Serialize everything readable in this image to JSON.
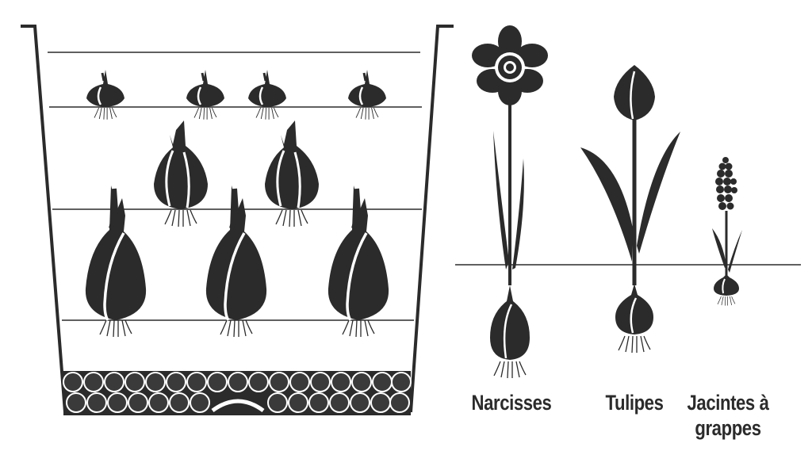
{
  "colors": {
    "ink": "#2b2b2b",
    "highlight": "#ffffff",
    "background": "#ffffff"
  },
  "labels": {
    "narcisses": "Narcisses",
    "tulipes": "Tulipes",
    "jacintes": "Jacintes à grappes"
  }
}
